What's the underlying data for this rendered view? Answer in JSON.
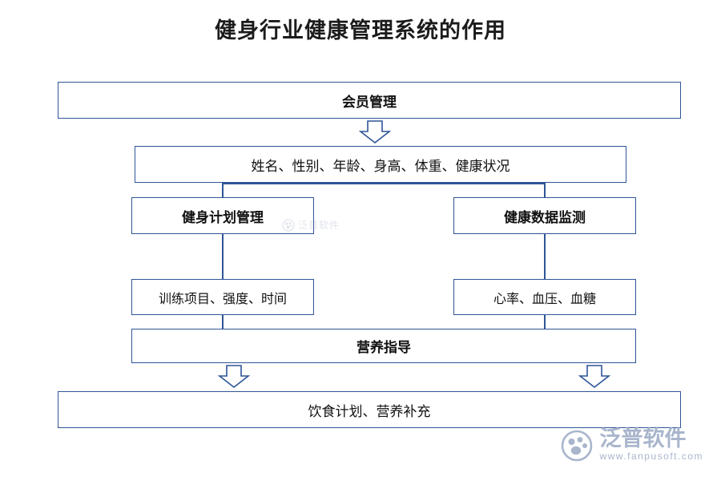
{
  "title": "健身行业健康管理系统的作用",
  "diagram": {
    "type": "flowchart",
    "nodes": [
      {
        "id": "member-management",
        "label": "会员管理",
        "bold": true
      },
      {
        "id": "member-fields",
        "label": "姓名、性别、年龄、身高、体重、健康状况",
        "bold": false
      },
      {
        "id": "fitness-plan",
        "label": "健身计划管理",
        "bold": true
      },
      {
        "id": "health-monitor",
        "label": "健康数据监测",
        "bold": true
      },
      {
        "id": "training-items",
        "label": "训练项目、强度、时间",
        "bold": false
      },
      {
        "id": "vitals",
        "label": "心率、血压、血糖",
        "bold": false
      },
      {
        "id": "nutrition-guide",
        "label": "营养指导",
        "bold": true
      },
      {
        "id": "diet-plan",
        "label": "饮食计划、营养补充",
        "bold": false
      }
    ],
    "arrows": [
      {
        "id": "member-to-fields",
        "shape": "hollow-down-arrow"
      },
      {
        "id": "nutrition-to-diet-left",
        "shape": "hollow-down-arrow"
      },
      {
        "id": "nutrition-to-diet-right",
        "shape": "hollow-down-arrow"
      }
    ],
    "colors": {
      "border": "#2f5597",
      "text": "#111111",
      "background": "#ffffff"
    }
  },
  "watermarks": {
    "center": "泛普软件",
    "logo_cn": "泛普软件",
    "logo_en": "www.fanpusoft.com"
  }
}
